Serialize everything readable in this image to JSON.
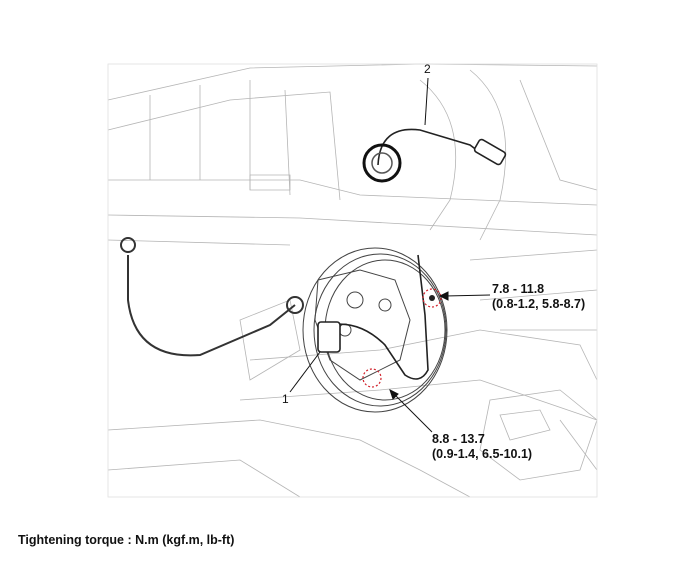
{
  "callouts": {
    "part_1": "1",
    "part_2": "2"
  },
  "torque_specs": [
    {
      "nm": "7.8 - 11.8",
      "alt": "(0.8-1.2, 5.8-8.7)"
    },
    {
      "nm": "8.8 - 13.7",
      "alt": "(0.9-1.4, 6.5-10.1)"
    }
  ],
  "footer": {
    "note": "Tightening torque : N.m (kgf.m, lb-ft)"
  },
  "colors": {
    "line": "#9a9a9a",
    "ink": "#111111",
    "marker": "#d0202a"
  }
}
